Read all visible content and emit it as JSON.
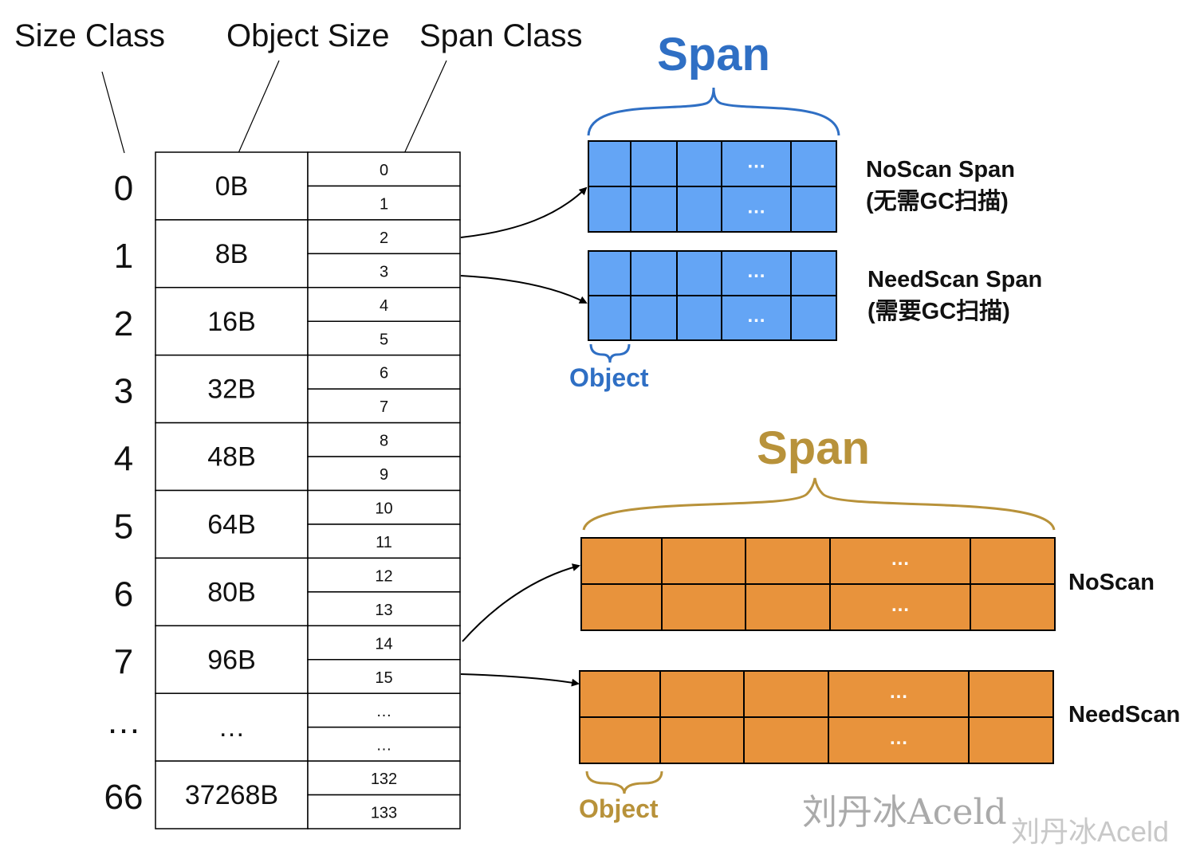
{
  "headers": {
    "size_class": "Size Class",
    "object_size": "Object Size",
    "span_class": "Span Class"
  },
  "table": {
    "rows": [
      {
        "size_class": "0",
        "object_size": "0B",
        "span_classes": [
          "0",
          "1"
        ]
      },
      {
        "size_class": "1",
        "object_size": "8B",
        "span_classes": [
          "2",
          "3"
        ]
      },
      {
        "size_class": "2",
        "object_size": "16B",
        "span_classes": [
          "4",
          "5"
        ]
      },
      {
        "size_class": "3",
        "object_size": "32B",
        "span_classes": [
          "6",
          "7"
        ]
      },
      {
        "size_class": "4",
        "object_size": "48B",
        "span_classes": [
          "8",
          "9"
        ]
      },
      {
        "size_class": "5",
        "object_size": "64B",
        "span_classes": [
          "10",
          "11"
        ]
      },
      {
        "size_class": "6",
        "object_size": "80B",
        "span_classes": [
          "12",
          "13"
        ]
      },
      {
        "size_class": "7",
        "object_size": "96B",
        "span_classes": [
          "14",
          "15"
        ]
      },
      {
        "size_class": "…",
        "object_size": "…",
        "span_classes": [
          "…",
          "…"
        ]
      },
      {
        "size_class": "66",
        "object_size": "37268B",
        "span_classes": [
          "132",
          "133"
        ]
      }
    ]
  },
  "blue_group": {
    "title": "Span",
    "color": "#2f6fc4",
    "cell_color": "#64a5f5",
    "ellipsis": "…",
    "noscan_label_line1": "NoScan Span",
    "noscan_label_line2": "(无需GC扫描)",
    "needscan_label_line1": "NeedScan Span",
    "needscan_label_line2": "(需要GC扫描)",
    "object_label": "Object"
  },
  "orange_group": {
    "title": "Span",
    "color": "#b8923a",
    "cell_color": "#e8933c",
    "ellipsis": "…",
    "noscan_label": "NoScan",
    "needscan_label": "NeedScan",
    "object_label": "Object"
  },
  "watermark": {
    "signature": "刘丹冰Aceld",
    "text": "刘丹冰Aceld"
  }
}
